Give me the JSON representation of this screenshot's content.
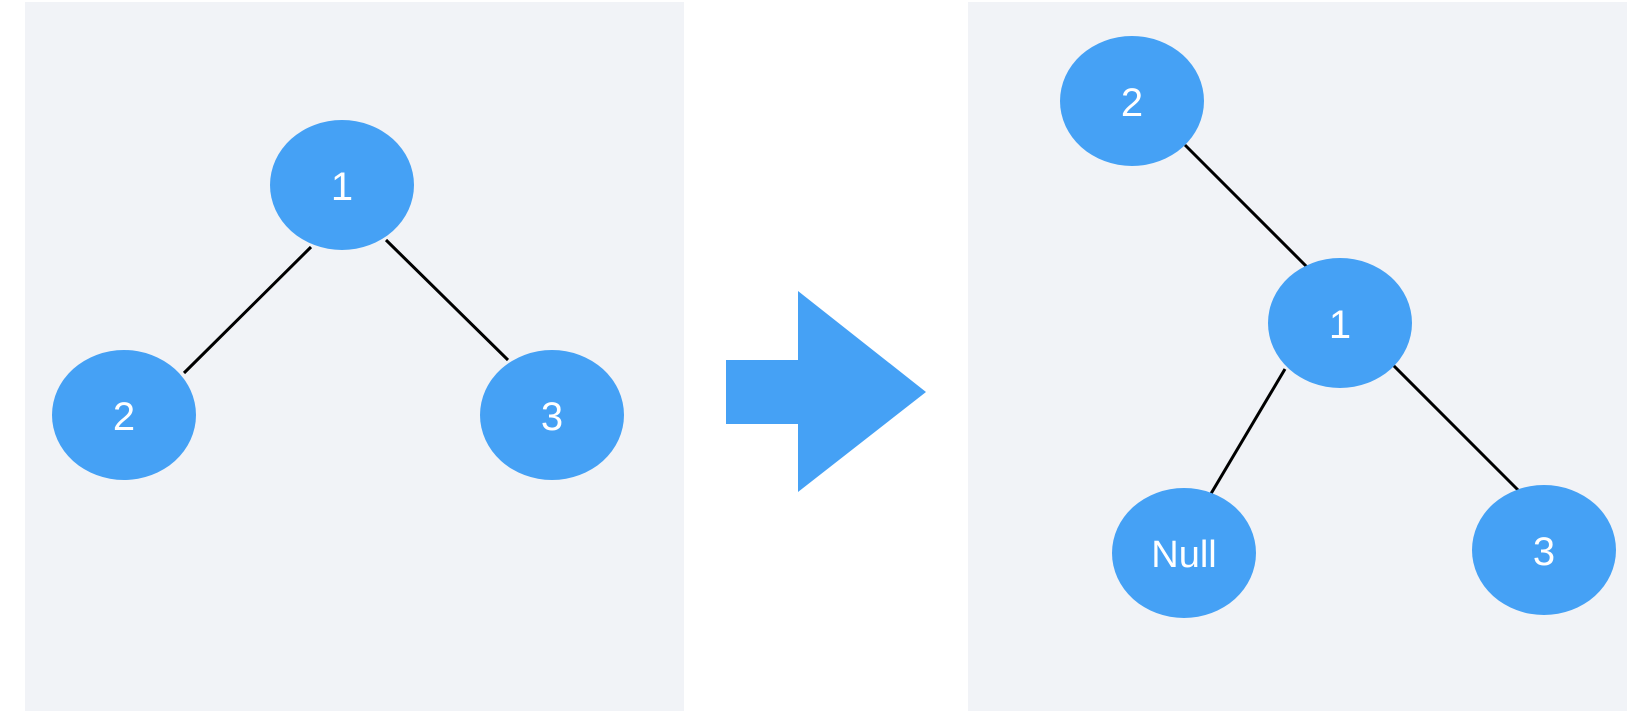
{
  "colors": {
    "node_fill": "#45a1f5",
    "arrow_fill": "#45a1f5",
    "panel_background": "#f1f3f7",
    "edge": "#000000"
  },
  "before_tree": {
    "nodes": [
      "1",
      "2",
      "3"
    ],
    "edges": [
      [
        "1",
        "2"
      ],
      [
        "1",
        "3"
      ]
    ]
  },
  "transform_arrow": {
    "icon": "right-arrow-icon",
    "direction": "right"
  },
  "after_tree": {
    "nodes": [
      "2",
      "1",
      "Null",
      "3"
    ],
    "edges": [
      [
        "2",
        "1"
      ],
      [
        "1",
        "Null"
      ],
      [
        "1",
        "3"
      ]
    ]
  }
}
